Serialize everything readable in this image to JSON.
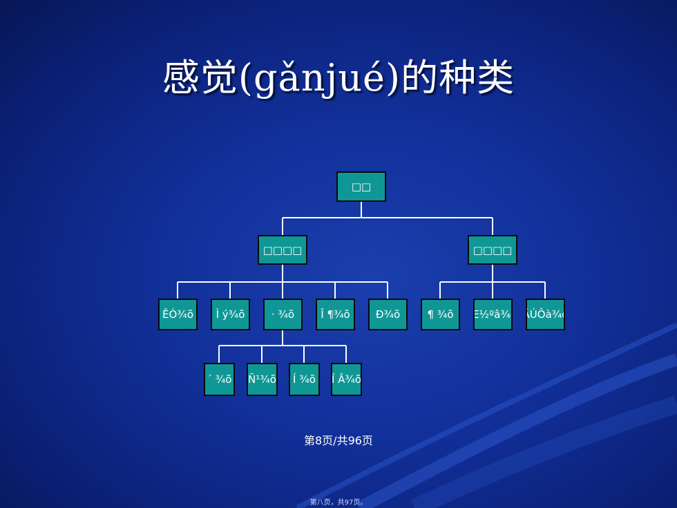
{
  "slide": {
    "title": "感觉(gǎnjué)的种类",
    "page_indicator": "第8页/共96页",
    "footer": "第八页，共97页。"
  },
  "org_chart": {
    "root": "□□",
    "level2": [
      "□□□□",
      "□□□□"
    ],
    "level3": [
      "ÊÓ¾õ",
      "Ì ý¾õ",
      "· ¾õ",
      "Î ¶¾õ",
      "Ð¾õ",
      "¶ ¾õ",
      "Æ½ºâ¾õ",
      "ÄÚÔà¾õ"
    ],
    "level4": [
      "´ ¾õ",
      "Ñ¹¾õ",
      "Í ¾õ",
      "Î Â¾õ"
    ]
  },
  "colors": {
    "background": "#12309a",
    "node_fill": "#0f9796",
    "node_border": "#0a0a0a",
    "connector": "#ffffff"
  }
}
